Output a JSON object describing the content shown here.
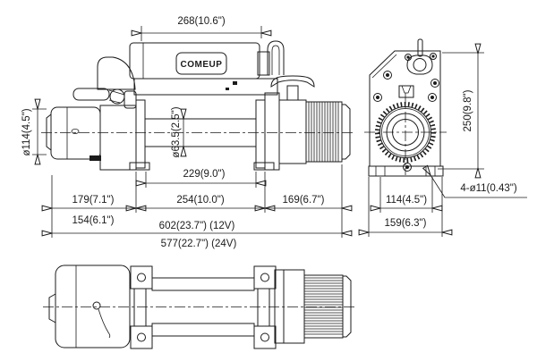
{
  "drawing": {
    "title": "winch-dimensional-drawing",
    "brand_badge": "COMEUP",
    "line_color": "#1b1b1b",
    "background_color": "#ffffff"
  },
  "dims": {
    "top_width": "268(10.6\")",
    "flange_diameter": "ø114(4.5\")",
    "barrel_diameter": "ø63.5(2.5\")",
    "drum_inner_length": "229(9.0\")",
    "gear_end_length": "179(7.1\")",
    "gear_end_length_alt": "154(6.1\")",
    "drum_length": "254(10.0\")",
    "motor_length": "169(6.7\")",
    "overall_length_12v": "602(23.7\") (12V)",
    "overall_length_24v": "577(22.7\") (24V)",
    "overall_height": "250(9.8\")",
    "bolt_spacing": "114(4.5\")",
    "base_width": "159(6.3\")",
    "mounting_holes": "4-ø11(0.43\")"
  }
}
